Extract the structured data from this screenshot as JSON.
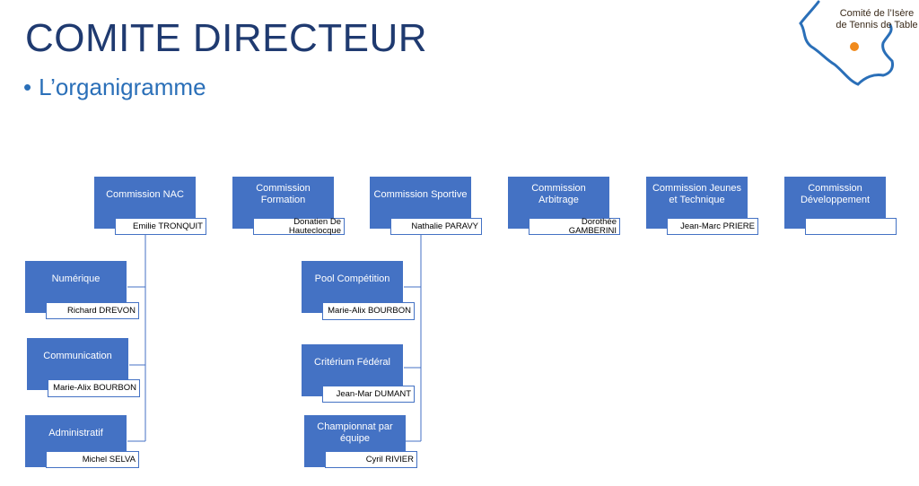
{
  "header": {
    "title": "COMITE DIRECTEUR",
    "bullet": "•",
    "subtitle": "L’organigramme"
  },
  "logo": {
    "line1": "Comité  de l’Isère",
    "line2": "de Tennis de Table",
    "colors": {
      "map": "#2a6fb8",
      "ball": "#f08a1c"
    }
  },
  "colors": {
    "box": "#4472c4",
    "title": "#1f3a70",
    "subtitle": "#2a6fb8"
  },
  "commissions": [
    {
      "label": "Commission NAC",
      "name": "Emilie TRONQUIT"
    },
    {
      "label": "Commission Formation",
      "name": "Donatien De Hauteclocque"
    },
    {
      "label": "Commission Sportive",
      "name": "Nathalie PARAVY"
    },
    {
      "label": "Commission Arbitrage",
      "name": "Dorothée GAMBERINI"
    },
    {
      "label": "Commission Jeunes et Technique",
      "name": "Jean-Marc PRIERE"
    },
    {
      "label": "Commission Développement",
      "name": ""
    }
  ],
  "nac_children": [
    {
      "label": "Numérique",
      "name": "Richard DREVON"
    },
    {
      "label": "Communication",
      "name": "Marie-Alix BOURBON"
    },
    {
      "label": "Administratif",
      "name": "Michel SELVA"
    }
  ],
  "sportive_children": [
    {
      "label": "Pool Compétition",
      "name": "Marie-Alix BOURBON"
    },
    {
      "label": "Critérium Fédéral",
      "name": "Jean-Mar DUMANT"
    },
    {
      "label": "Championnat par équipe",
      "name": "Cyril RIVIER"
    }
  ]
}
